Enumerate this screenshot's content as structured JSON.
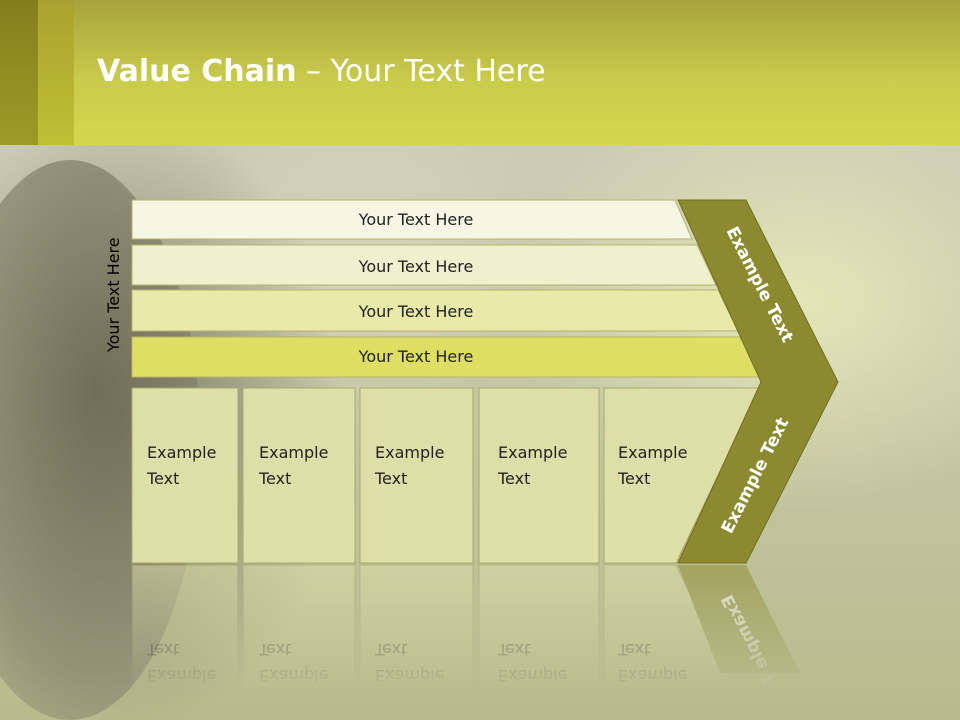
{
  "title": {
    "bold": "Value Chain",
    "rest": " – Your Text Here"
  },
  "y_axis_label": "Your Text Here",
  "rows": [
    "Your Text Here",
    "Your Text Here",
    "Your Text Here",
    "Your Text Here"
  ],
  "boxes": [
    {
      "line1": "Example",
      "line2": "Text"
    },
    {
      "line1": "Example",
      "line2": "Text"
    },
    {
      "line1": "Example",
      "line2": "Text"
    },
    {
      "line1": "Example",
      "line2": "Text"
    },
    {
      "line1": "Example",
      "line2": "Text"
    }
  ],
  "arrow": {
    "upper": "Example Text",
    "lower": "Example Text"
  },
  "colors": {
    "header": "#cfd04a",
    "arrow": "#8c8a2e",
    "row_light": "#f6f6e2",
    "row_dark": "#dcdc60",
    "box": "#dcdca4"
  }
}
